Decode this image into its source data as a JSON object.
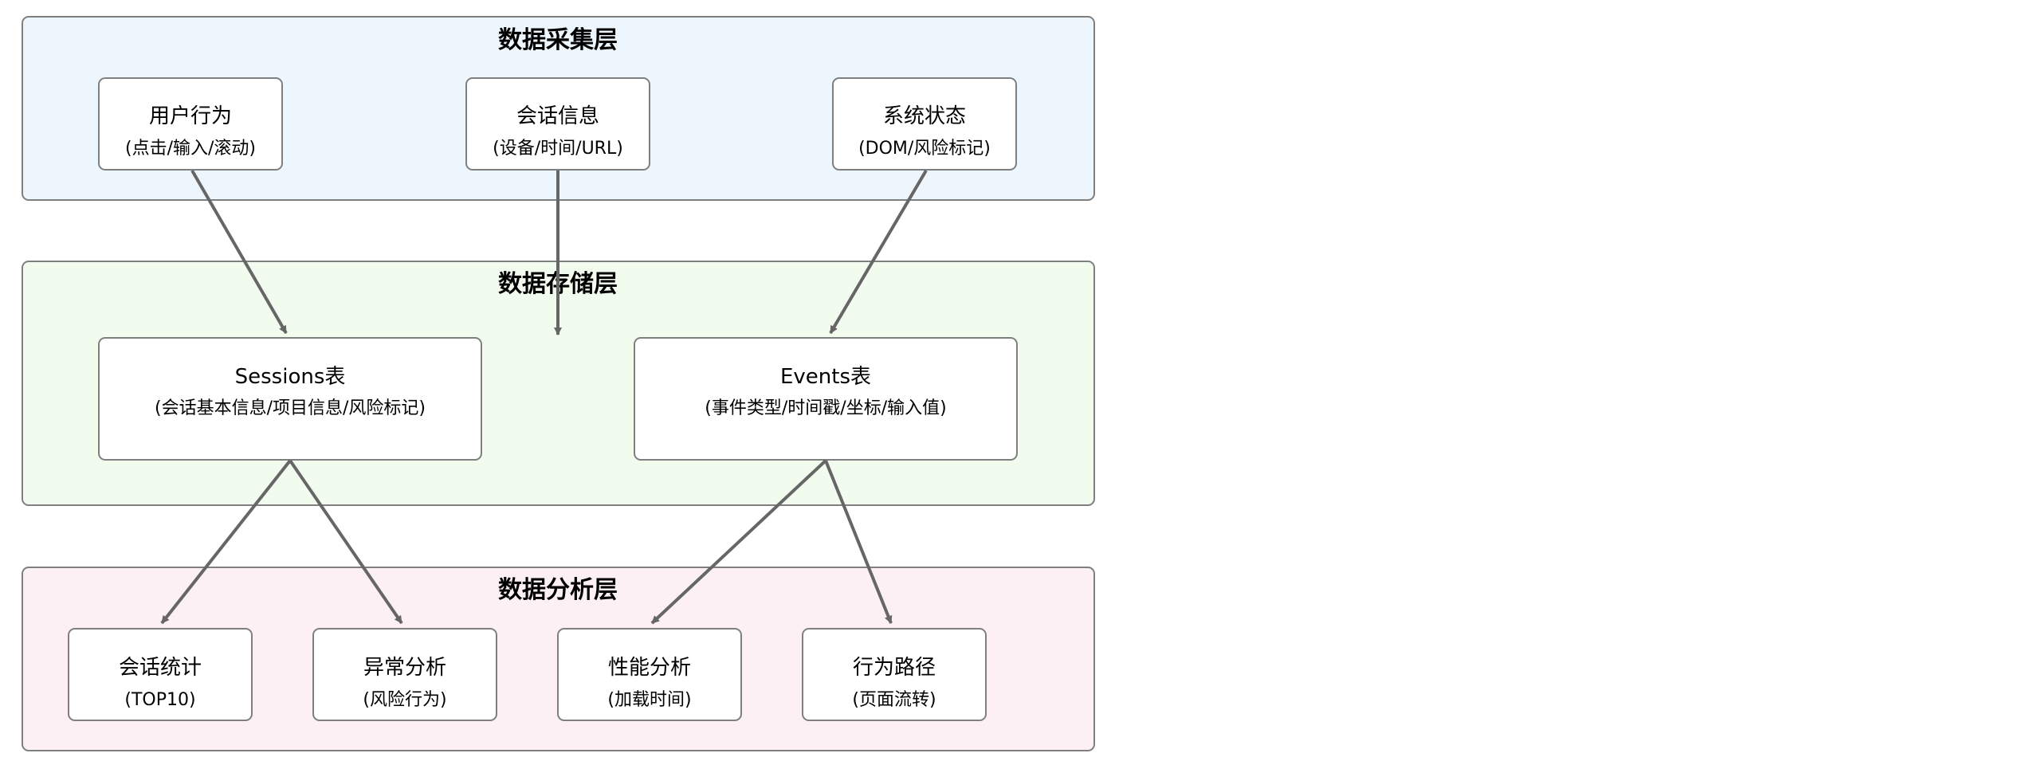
{
  "colors": {
    "collection_layer_fill": "#eef6fd",
    "storage_layer_fill": "#f1fbee",
    "analysis_layer_fill": "#fcf0f4",
    "border": "#7f7f7f",
    "node_fill": "#ffffff",
    "arrow": "#666666"
  },
  "layers": {
    "collection": {
      "title": "数据采集层",
      "nodes": {
        "user_behavior": {
          "title": "用户行为",
          "subtitle": "(点击/输入/滚动)"
        },
        "session_info": {
          "title": "会话信息",
          "subtitle": "(设备/时间/URL)"
        },
        "system_state": {
          "title": "系统状态",
          "subtitle": "(DOM/风险标记)"
        }
      }
    },
    "storage": {
      "title": "数据存储层",
      "nodes": {
        "sessions_table": {
          "title": "Sessions表",
          "subtitle": "(会话基本信息/项目信息/风险标记)"
        },
        "events_table": {
          "title": "Events表",
          "subtitle": "(事件类型/时间戳/坐标/输入值)"
        }
      }
    },
    "analysis": {
      "title": "数据分析层",
      "nodes": {
        "session_stats": {
          "title": "会话统计",
          "subtitle": "(TOP10)"
        },
        "anomaly_analysis": {
          "title": "异常分析",
          "subtitle": "(风险行为)"
        },
        "performance_analysis": {
          "title": "性能分析",
          "subtitle": "(加载时间)"
        },
        "behavior_path": {
          "title": "行为路径",
          "subtitle": "(页面流转)"
        }
      }
    }
  }
}
